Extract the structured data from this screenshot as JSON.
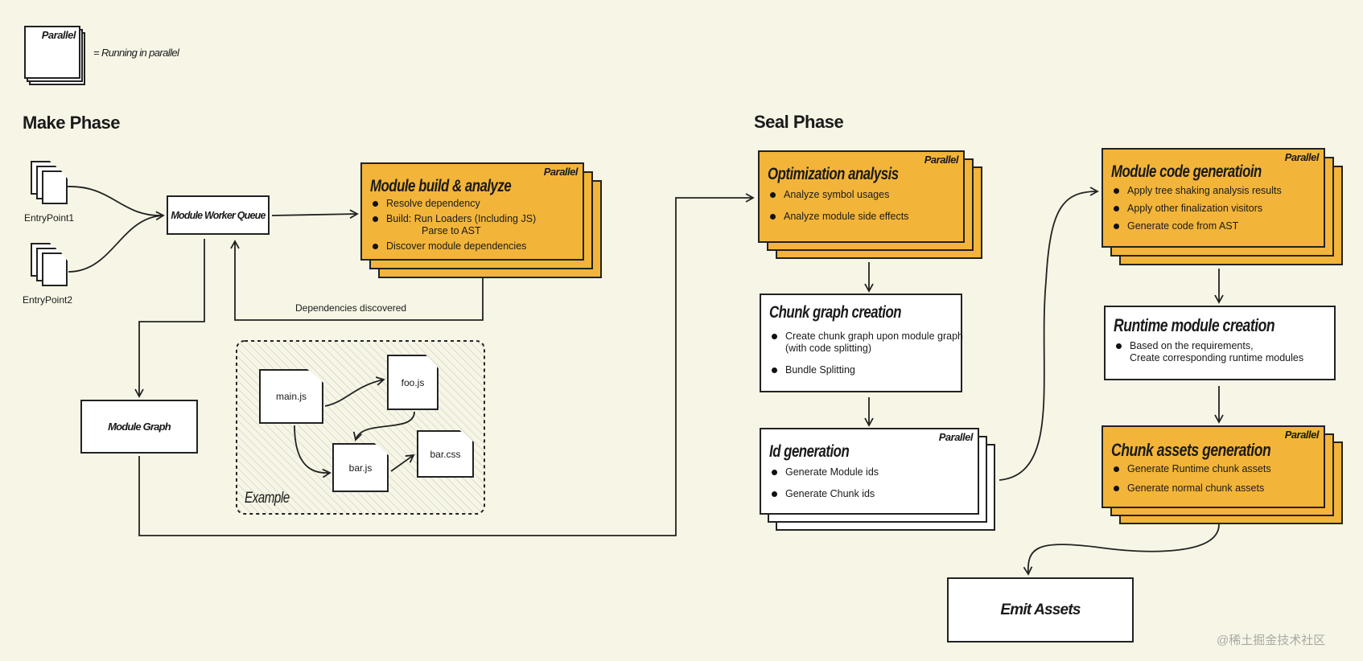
{
  "legend": {
    "badge": "Parallel",
    "text": "= Running in parallel"
  },
  "make_phase": {
    "title": "Make Phase",
    "entry_points": [
      "EntryPoint1",
      "EntryPoint2"
    ],
    "worker_queue": "Module Worker Queue",
    "build": {
      "title": "Module build & analyze",
      "badge": "Parallel",
      "items": [
        "Resolve dependency",
        "Build: Run Loaders (Including JS)",
        "Parse to AST",
        "Discover module dependencies"
      ]
    },
    "deps_label": "Dependencies discovered",
    "module_graph": "Module Graph",
    "example": {
      "label": "Example",
      "files": [
        "main.js",
        "foo.js",
        "bar.js",
        "bar.css"
      ]
    }
  },
  "seal_phase": {
    "title": "Seal Phase",
    "optimization": {
      "title": "Optimization analysis",
      "badge": "Parallel",
      "items": [
        "Analyze symbol usages",
        "Analyze module side effects"
      ]
    },
    "chunk_graph": {
      "title": "Chunk graph creation",
      "items": [
        "Create chunk graph upon module graph",
        "(with code splitting)",
        "Bundle Splitting"
      ]
    },
    "id_gen": {
      "title": "Id generation",
      "badge": "Parallel",
      "items": [
        "Generate Module ids",
        "Generate Chunk ids"
      ]
    },
    "code_gen": {
      "title": "Module code generatioin",
      "badge": "Parallel",
      "items": [
        "Apply tree shaking analysis results",
        "Apply other finalization visitors",
        "Generate code from AST"
      ]
    },
    "runtime": {
      "title": "Runtime module creation",
      "items": [
        "Based on the requirements,",
        "Create corresponding runtime modules"
      ]
    },
    "chunk_assets": {
      "title": "Chunk assets generation",
      "badge": "Parallel",
      "items": [
        "Generate Runtime chunk assets",
        "Generate normal chunk assets"
      ]
    },
    "emit": "Emit Assets"
  },
  "watermark": "@稀土掘金技术社区",
  "colors": {
    "background": "#f7f6e6",
    "parallel_fill": "#f2b53a",
    "box_fill": "#ffffff"
  }
}
